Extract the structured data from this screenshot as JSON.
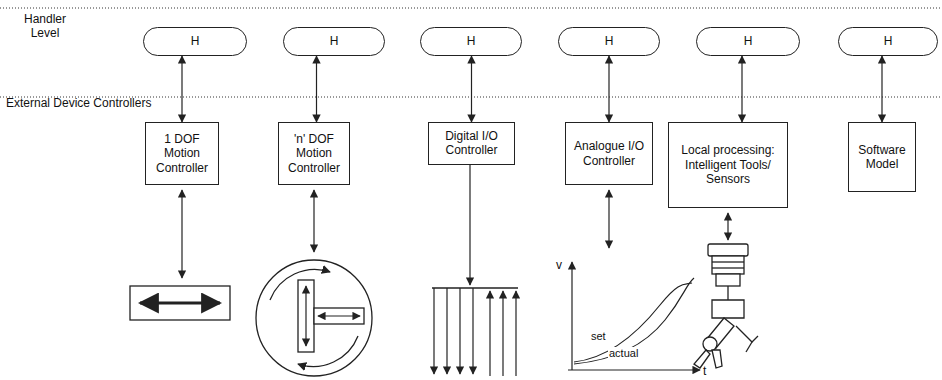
{
  "diagram": {
    "nodes": [
      {
        "text": [
          "H"
        ]
      },
      {
        "text": [
          "H"
        ]
      },
      {
        "text": [
          "H"
        ]
      },
      {
        "text": [
          "H"
        ]
      },
      {
        "text": [
          "H"
        ]
      },
      {
        "text": [
          "H"
        ]
      },
      {
        "text": [
          "1 DOF Motion Controller"
        ]
      },
      {
        "text": [
          "'n' DOF Motion Controller"
        ]
      },
      {
        "text": [
          "Digital I/O Controller"
        ]
      },
      {
        "text": [
          "Analogue I/O Controller"
        ]
      },
      {
        "text": [
          "Local processing: Intelligent Tools/ Sensors"
        ]
      },
      {
        "text": [
          "Software Model"
        ]
      }
    ],
    "edges": [
      {
        "from": 0,
        "to": 6,
        "arrow": "both"
      },
      {
        "from": 1,
        "to": 7,
        "arrow": "both"
      },
      {
        "from": 2,
        "to": 8,
        "arrow": "both"
      },
      {
        "from": 3,
        "to": 9,
        "arrow": "both"
      },
      {
        "from": 4,
        "to": 10,
        "arrow": "both"
      },
      {
        "from": 5,
        "to": 11,
        "arrow": "both"
      }
    ],
    "labels": [
      "Handler Level",
      "External Device Controllers",
      "v",
      "t",
      "set",
      "actual"
    ]
  }
}
